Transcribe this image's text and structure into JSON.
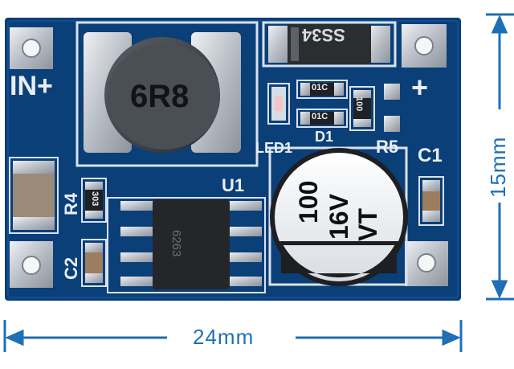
{
  "pcb": {
    "silkscreen": {
      "in_plus": "IN+",
      "out_plus": "+",
      "led1": "LED1",
      "d1": "D1",
      "r5": "R5",
      "c1": "C1",
      "r4": "R4",
      "u1": "U1",
      "c2": "C2"
    },
    "inductor_marking": "6R8",
    "diode_marking": "SS34",
    "resistor_top_marking_1": "01C",
    "resistor_top_marking_2": "01C",
    "resistor_r5_marking": "100",
    "resistor_r4_marking": "303",
    "ic_marking": "6263",
    "capacitor_marking": [
      "100",
      "16V",
      "VT"
    ]
  },
  "dimensions": {
    "height_label": "15mm",
    "width_label": "24mm"
  },
  "colors": {
    "pcb_blue": "#0b3f78",
    "pcb_dark": "#082f5c",
    "silk_white": "#e9eef5",
    "dimension_blue": "#1f6fb5",
    "pad_silver": "#c9ccd1"
  }
}
